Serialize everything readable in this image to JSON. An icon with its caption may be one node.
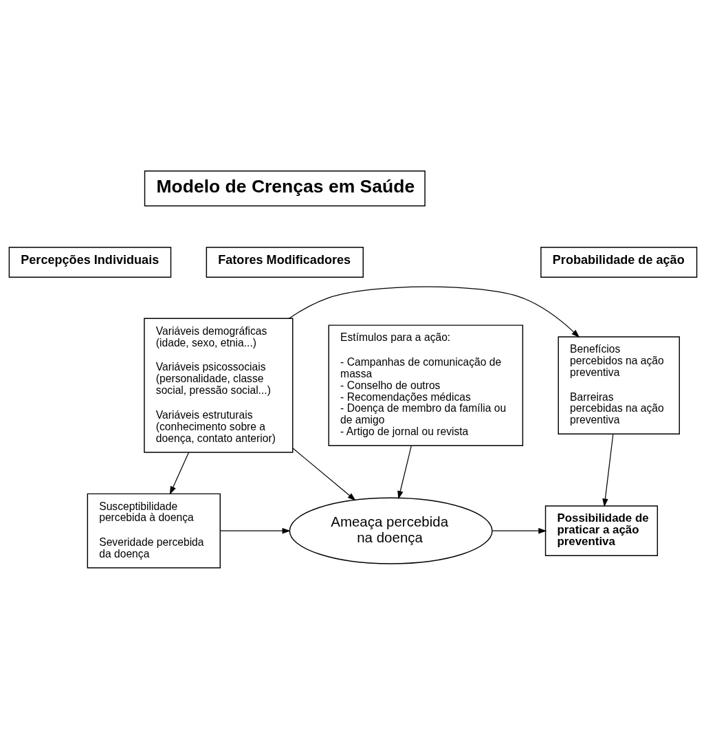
{
  "diagram": {
    "nodes": [
      {
        "text": [
          "Modelo de Crenças em Saúde"
        ]
      },
      {
        "text": [
          "Percepções Individuais"
        ]
      },
      {
        "text": [
          "Fatores Modificadores"
        ]
      },
      {
        "text": [
          "Probabilidade de ação"
        ]
      },
      {
        "text": [
          "Variáveis demográficas (idade, sexo, etnia...)",
          "Variáveis psicossociais (personalidade, classe social, pressão social...)",
          "Variáveis estruturais (conhecimento sobre a doença, contato anterior)"
        ]
      },
      {
        "text": [
          "Benefícios percebidos na ação preventiva",
          "Barreiras percebidas na ação preventiva"
        ]
      },
      {
        "text": [
          "Susceptibilidade percebida à doença",
          "Severidade percebida da doença"
        ]
      },
      {
        "text": [
          "Ameaça percebida na doença"
        ]
      },
      {
        "text": [
          "Possibilidade de praticar a ação preventiva"
        ]
      },
      {
        "text": [
          "Estímulos para a ação:",
          "- Campanhas de comunicação de massa",
          "- Conselho de outros",
          "- Recomendações médicas",
          "- Doença de membro da família ou de amigo",
          "- Artigo de jornal ou revista"
        ]
      }
    ],
    "edges": [
      {
        "from": 4,
        "to": 5,
        "arrow": "to"
      },
      {
        "from": 4,
        "to": 6,
        "arrow": "to"
      },
      {
        "from": 4,
        "to": 7,
        "arrow": "to"
      },
      {
        "from": 5,
        "to": 8,
        "arrow": "to"
      },
      {
        "from": 6,
        "to": 7,
        "arrow": "to"
      },
      {
        "from": 7,
        "to": 8,
        "arrow": "to"
      },
      {
        "from": 9,
        "to": 7,
        "arrow": "to"
      }
    ]
  }
}
